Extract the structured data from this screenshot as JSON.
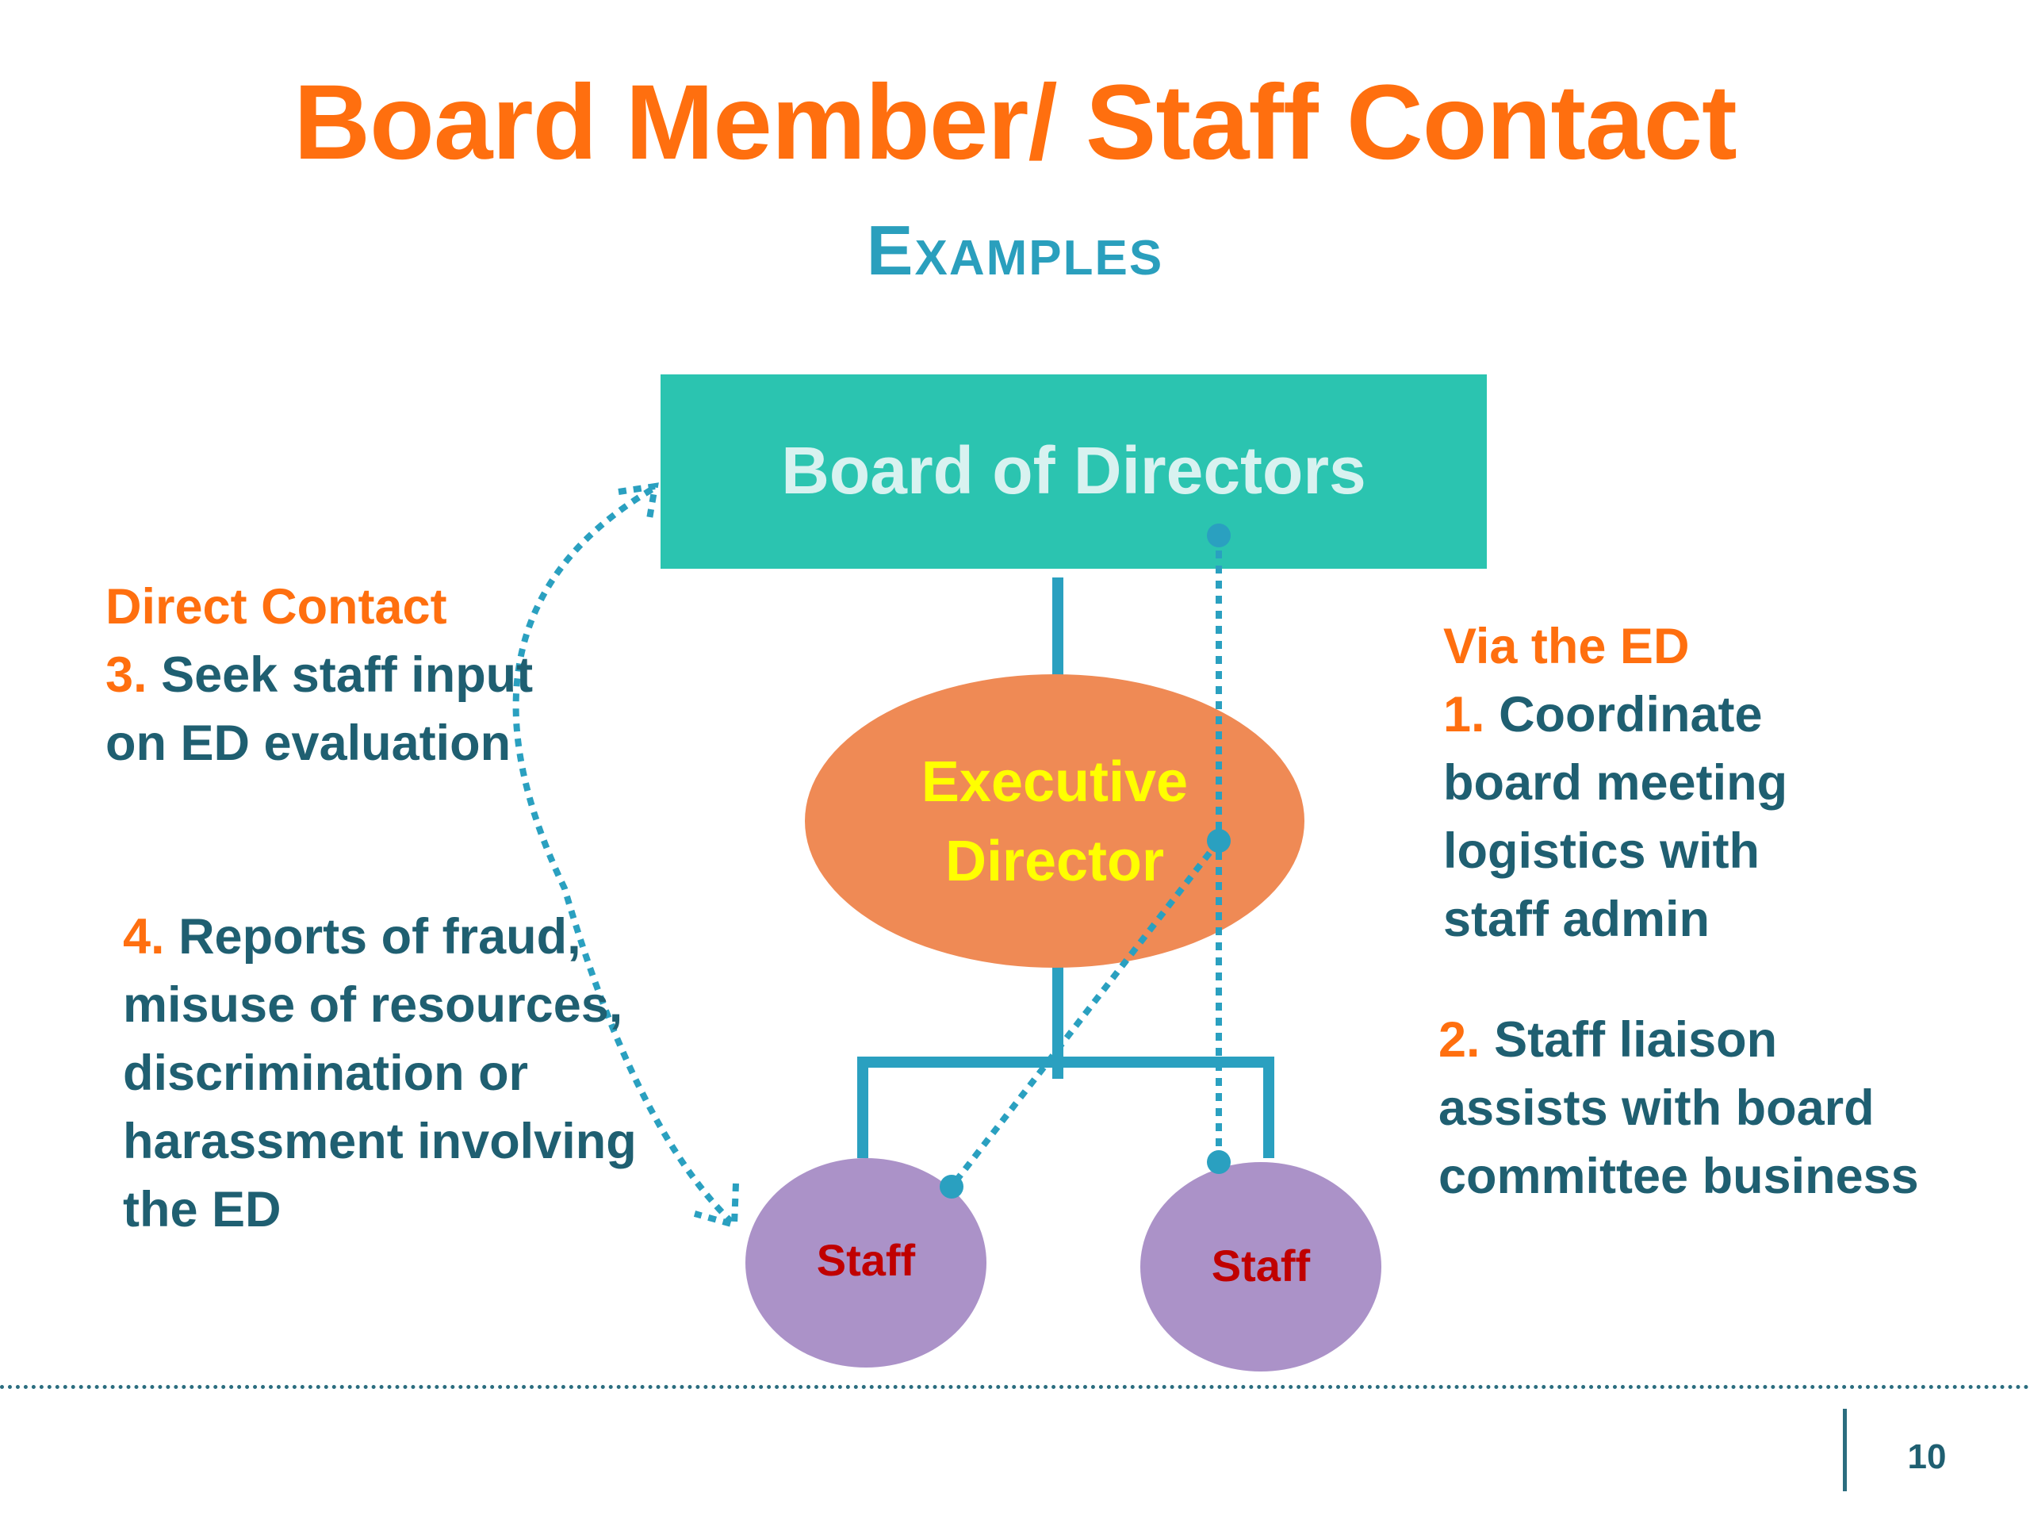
{
  "slide": {
    "title": "Board Member/ Staff Contact",
    "subtitle": "Examples",
    "page_number": "10"
  },
  "diagram": {
    "board_label": "Board of Directors",
    "ed_label_line1": "Executive",
    "ed_label_line2": "Director",
    "staff_left_label": "Staff",
    "staff_right_label": "Staff"
  },
  "left_panel": {
    "direct_contact": {
      "heading": "Direct Contact",
      "item3_num": "3.",
      "item3_line1": "Seek staff input",
      "item3_line2": "on ED evaluation"
    },
    "item4_num": "4.",
    "item4_line1": "Reports of fraud,",
    "item4_line2": "misuse of resources,",
    "item4_line3": "discrimination or",
    "item4_line4": "harassment involving",
    "item4_line5": "the ED"
  },
  "right_panel": {
    "heading": "Via the ED",
    "item1_num": "1.",
    "item1_line1": "Coordinate",
    "item1_line2": "board meeting",
    "item1_line3": "logistics with",
    "item1_line4": "staff admin",
    "item2_num": "2.",
    "item2_line1": "Staff liaison",
    "item2_line2": "assists with board",
    "item2_line3": "committee business"
  },
  "colors": {
    "title_orange": "#ff6f0f",
    "subtitle_teal": "#2a9fbd",
    "board_fill": "#2bc4b0",
    "ed_fill": "#ef8a55",
    "ed_text": "#ffff00",
    "staff_fill": "#ab92c8",
    "staff_text": "#c00000",
    "connector": "#2aa0c0",
    "body_text": "#1f5f71"
  }
}
